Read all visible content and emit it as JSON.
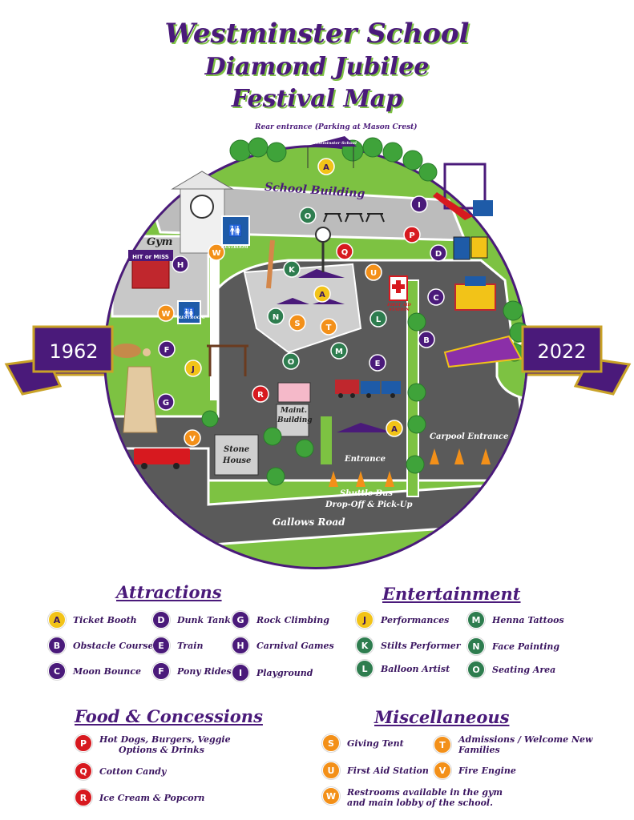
{
  "title": {
    "line1": "Westminster School",
    "line2": "Diamond Jubilee",
    "line3": "Festival Map"
  },
  "map": {
    "rear_entrance": "Rear entrance (Parking at Mason Crest)",
    "school_building": "School Building",
    "gym": "Gym",
    "restroom": "RESTROOM",
    "maint_building": [
      "Maint.",
      "Building"
    ],
    "stone_house": [
      "Stone",
      "House"
    ],
    "entrance": "Entrance",
    "carpool_entrance": "Carpool Entrance",
    "shuttle_bus": [
      "Shuttle Bus",
      "Drop-Off & Pick-Up"
    ],
    "gallows_road": "Gallows Road",
    "tent_label": "Westminster School",
    "first_aid_sign": "FIRST AID STATION",
    "hit_or_miss": "HIT or MISS",
    "year_left": "1962",
    "year_right": "2022"
  },
  "map_markers": [
    "A",
    "A",
    "A",
    "B",
    "C",
    "D",
    "E",
    "F",
    "G",
    "H",
    "I",
    "J",
    "K",
    "L",
    "M",
    "N",
    "O",
    "O",
    "P",
    "Q",
    "R",
    "S",
    "T",
    "U",
    "V",
    "W",
    "W"
  ],
  "legend": {
    "attractions": {
      "heading": "Attractions",
      "items": [
        {
          "letter": "A",
          "label": "Ticket Booth"
        },
        {
          "letter": "B",
          "label": "Obstacle Course"
        },
        {
          "letter": "C",
          "label": "Moon Bounce"
        },
        {
          "letter": "D",
          "label": "Dunk Tank"
        },
        {
          "letter": "E",
          "label": "Train"
        },
        {
          "letter": "F",
          "label": "Pony Rides"
        },
        {
          "letter": "G",
          "label": "Rock Climbing"
        },
        {
          "letter": "H",
          "label": "Carnival Games"
        },
        {
          "letter": "I",
          "label": "Playground"
        }
      ]
    },
    "entertainment": {
      "heading": "Entertainment",
      "items": [
        {
          "letter": "J",
          "label": "Performances"
        },
        {
          "letter": "K",
          "label": "Stilts Performer"
        },
        {
          "letter": "L",
          "label": "Balloon Artist"
        },
        {
          "letter": "M",
          "label": "Henna Tattoos"
        },
        {
          "letter": "N",
          "label": "Face Painting"
        },
        {
          "letter": "O",
          "label": "Seating Area"
        }
      ]
    },
    "food": {
      "heading": "Food & Concessions",
      "items": [
        {
          "letter": "P",
          "label": "Hot Dogs, Burgers, Veggie",
          "label2": "Options & Drinks"
        },
        {
          "letter": "Q",
          "label": "Cotton Candy"
        },
        {
          "letter": "R",
          "label": "Ice Cream & Popcorn"
        }
      ]
    },
    "misc": {
      "heading": "Miscellaneous",
      "items": [
        {
          "letter": "S",
          "label": "Giving Tent"
        },
        {
          "letter": "T",
          "label": "Admissions / Welcome New Families"
        },
        {
          "letter": "U",
          "label": "First Aid Station"
        },
        {
          "letter": "V",
          "label": "Fire Engine"
        },
        {
          "letter": "W",
          "label": "Restrooms available in the gym",
          "label2": "and main lobby of the school."
        }
      ]
    }
  },
  "colors": {
    "purple": "#4a1a7a",
    "green": "#7dc242",
    "darkgreen": "#2e7d4f",
    "red": "#d7191f",
    "orange": "#f39019",
    "yellow": "#f2c318",
    "gray": "#bcbcbc",
    "asphalt": "#5a5a5a"
  }
}
